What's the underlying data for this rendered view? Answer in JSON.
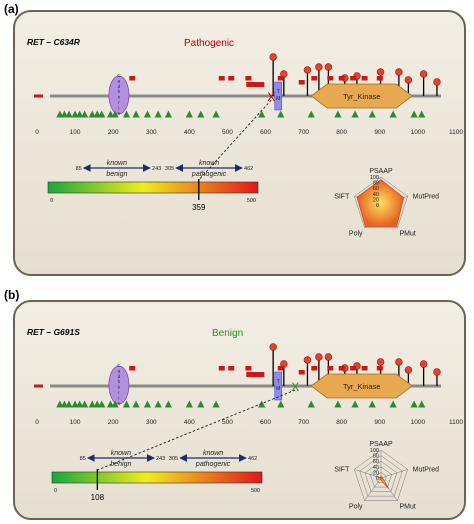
{
  "panels": [
    {
      "label": "(a)",
      "mutation": "RET – C634R",
      "classification": "Pathogenic",
      "class_color": "#c00000",
      "mutation_marker": "X",
      "marker_color": "#c00000",
      "position": 359,
      "scale_min": 0,
      "scale_max": 500,
      "known_benign": {
        "label_1": "known",
        "label_2": "benign",
        "from": 85,
        "to": 243
      },
      "known_pathogenic": {
        "label_1": "known",
        "label_2": "pathogenic",
        "from": 305,
        "to": 462
      },
      "radar": {
        "axes": [
          "PSAAP",
          "MutPred",
          "PMut",
          "Poly",
          "SIFT"
        ],
        "ticks": [
          100,
          80,
          60,
          40,
          20,
          0
        ],
        "values": [
          90,
          85,
          95,
          95,
          90
        ]
      }
    },
    {
      "label": "(b)",
      "mutation": "RET – G691S",
      "classification": "Benign",
      "class_color": "#2e8b2e",
      "mutation_marker": "X",
      "marker_color": "#2e8b2e",
      "position": 108,
      "scale_min": 0,
      "scale_max": 500,
      "known_benign": {
        "label_1": "known",
        "label_2": "benign",
        "from": 85,
        "to": 243
      },
      "known_pathogenic": {
        "label_1": "known",
        "label_2": "pathogenic",
        "from": 305,
        "to": 462
      },
      "radar": {
        "axes": [
          "PSAAP",
          "MutPred",
          "PMut",
          "Poly",
          "SIFT"
        ],
        "ticks": [
          100,
          80,
          60,
          40,
          20,
          0
        ],
        "values": [
          5,
          5,
          45,
          5,
          5
        ]
      }
    }
  ],
  "axis_ticks": [
    0,
    100,
    200,
    300,
    400,
    500,
    600,
    700,
    800,
    900,
    1000,
    1100
  ],
  "domains": {
    "cadherin_letters": [
      "C",
      "a",
      "d",
      "h",
      "e",
      "r",
      "i",
      "n"
    ],
    "tm_letters": [
      "T",
      "M"
    ],
    "kinase": "Tyr_Kinase"
  },
  "colors": {
    "cadherin": "#b48fe0",
    "tm": "#8c8cf0",
    "kinase": "#e8a850",
    "triangle": "#2f8a2f",
    "lollipop": "#e8402a",
    "square": "#c81818"
  }
}
